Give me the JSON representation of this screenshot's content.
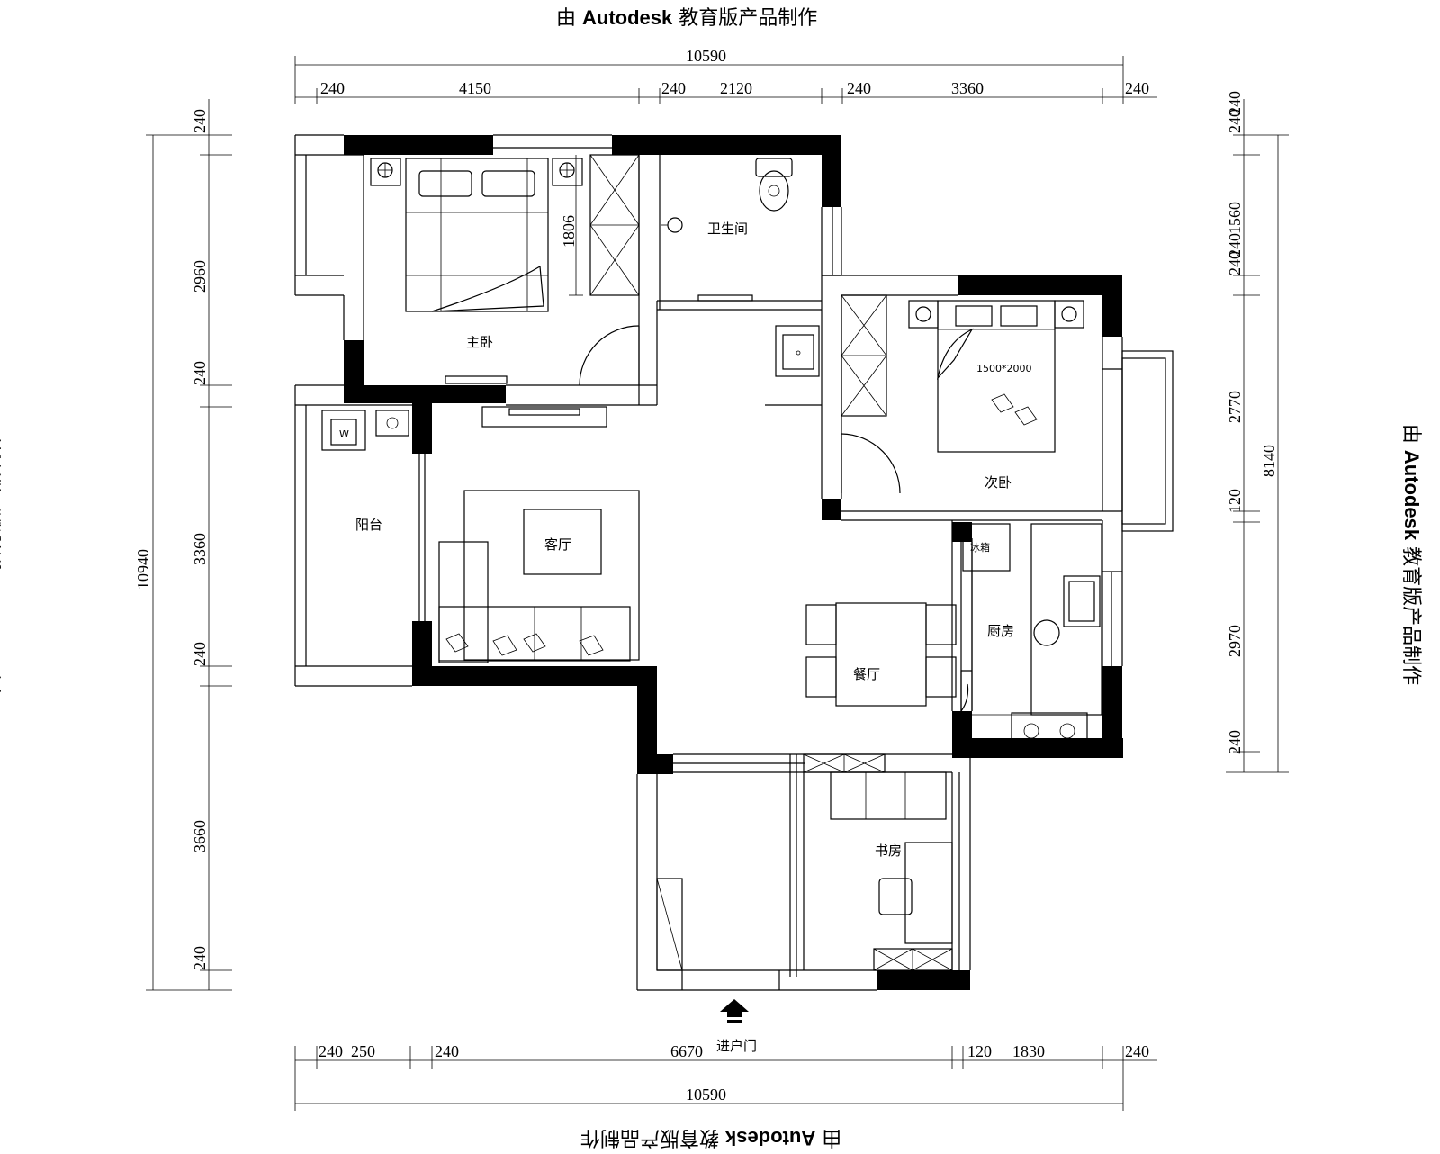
{
  "watermark": {
    "prefix": "由 ",
    "brand": "Autodesk",
    "suffix": " 教育版产品制作"
  },
  "dimensions": {
    "top_total": "10590",
    "top": [
      "240",
      "4150",
      "240",
      "2120",
      "240",
      "3360",
      "240"
    ],
    "bottom_total": "10590",
    "bottom": [
      "240",
      "250",
      "240",
      "6670",
      "120",
      "1830",
      "240"
    ],
    "left_total": "10940",
    "left": [
      "240",
      "2960",
      "240",
      "3360",
      "240",
      "3660",
      "240"
    ],
    "right_total": "8140",
    "right": [
      "240",
      "240",
      "1560",
      "240",
      "240",
      "2770",
      "120",
      "2970",
      "240"
    ],
    "closet": "1806"
  },
  "rooms": {
    "master_bedroom": "主卧",
    "bathroom": "卫生间",
    "second_bedroom": "次卧",
    "bed_size": "1500*2000",
    "balcony": "阳台",
    "living_room": "客厅",
    "dining_room": "餐厅",
    "kitchen": "厨房",
    "study": "书房",
    "fridge": "冰箱",
    "washer": "W",
    "entrance": "进户门"
  }
}
